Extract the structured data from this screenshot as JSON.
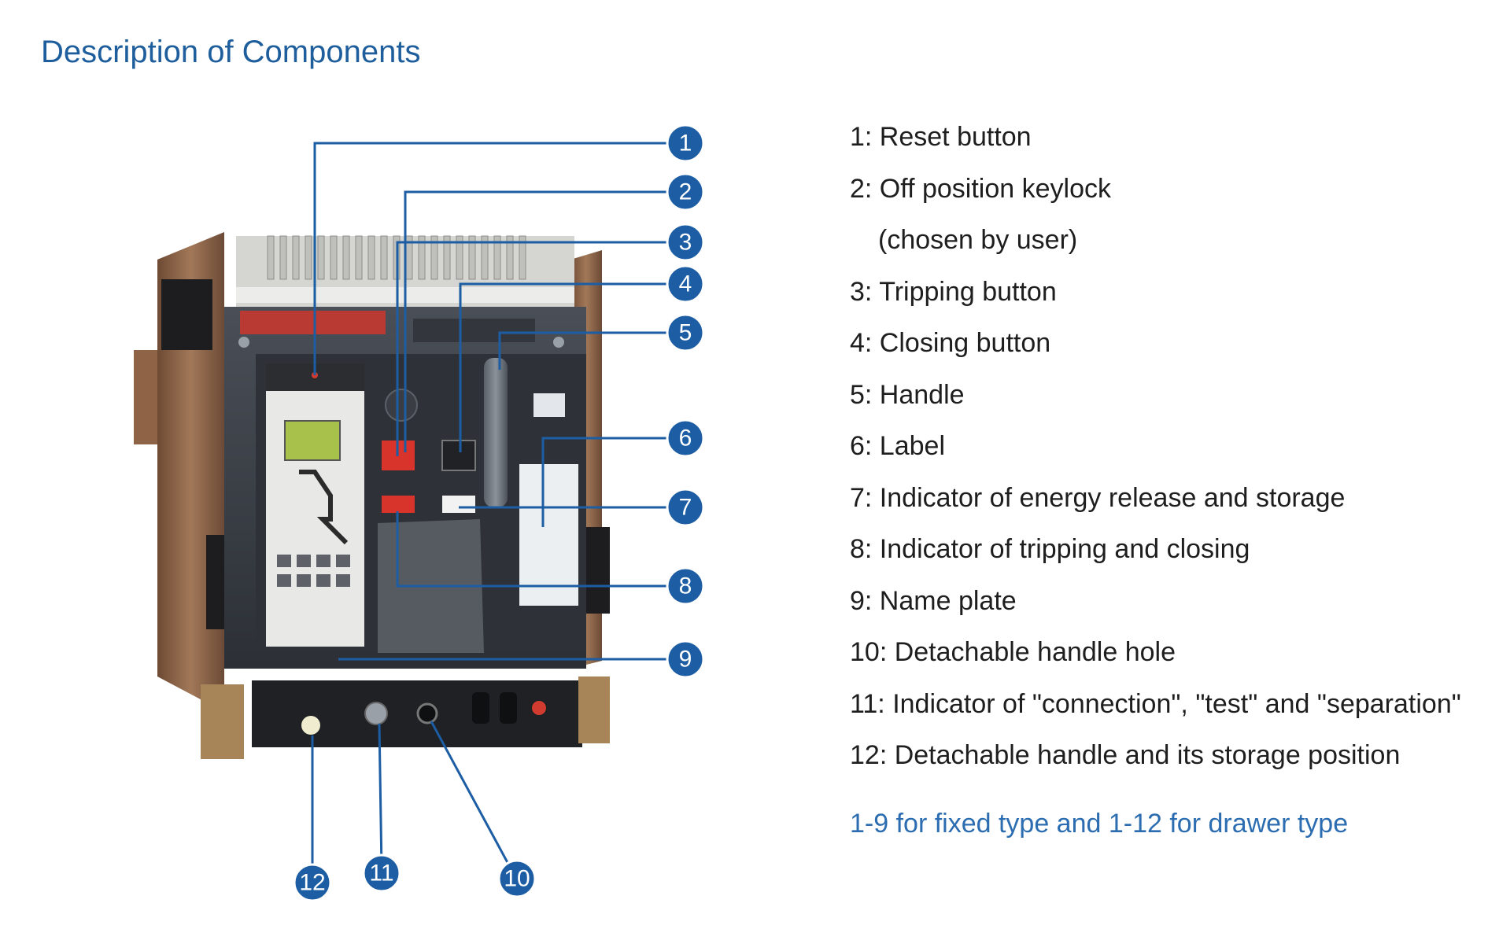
{
  "title": "Description of Components",
  "components": [
    {
      "text": "1: Reset button"
    },
    {
      "text": "2: Off position keylock"
    },
    {
      "text": "(chosen by user)"
    },
    {
      "text": "3: Tripping button"
    },
    {
      "text": "4: Closing button"
    },
    {
      "text": "5: Handle"
    },
    {
      "text": "6: Label"
    },
    {
      "text": "7: Indicator of energy release and storage"
    },
    {
      "text": "8: Indicator of tripping and closing"
    },
    {
      "text": "9: Name plate"
    },
    {
      "text": "10: Detachable handle hole"
    },
    {
      "text": "11: Indicator of \"connection\", \"test\" and \"separation\""
    },
    {
      "text": "12: Detachable handle and its storage position"
    }
  ],
  "footnote": "1-9 for fixed type and 1-12 for drawer type",
  "callouts": [
    "1",
    "2",
    "3",
    "4",
    "5",
    "6",
    "7",
    "8",
    "9",
    "10",
    "11",
    "12"
  ],
  "colors": {
    "title": "#1f5e9c",
    "callout_fill": "#1c5da3",
    "leader_line": "#1c5da3",
    "footnote": "#2b6db0",
    "breaker_body": "#3b3f45",
    "frame": "#8a6a4a"
  }
}
